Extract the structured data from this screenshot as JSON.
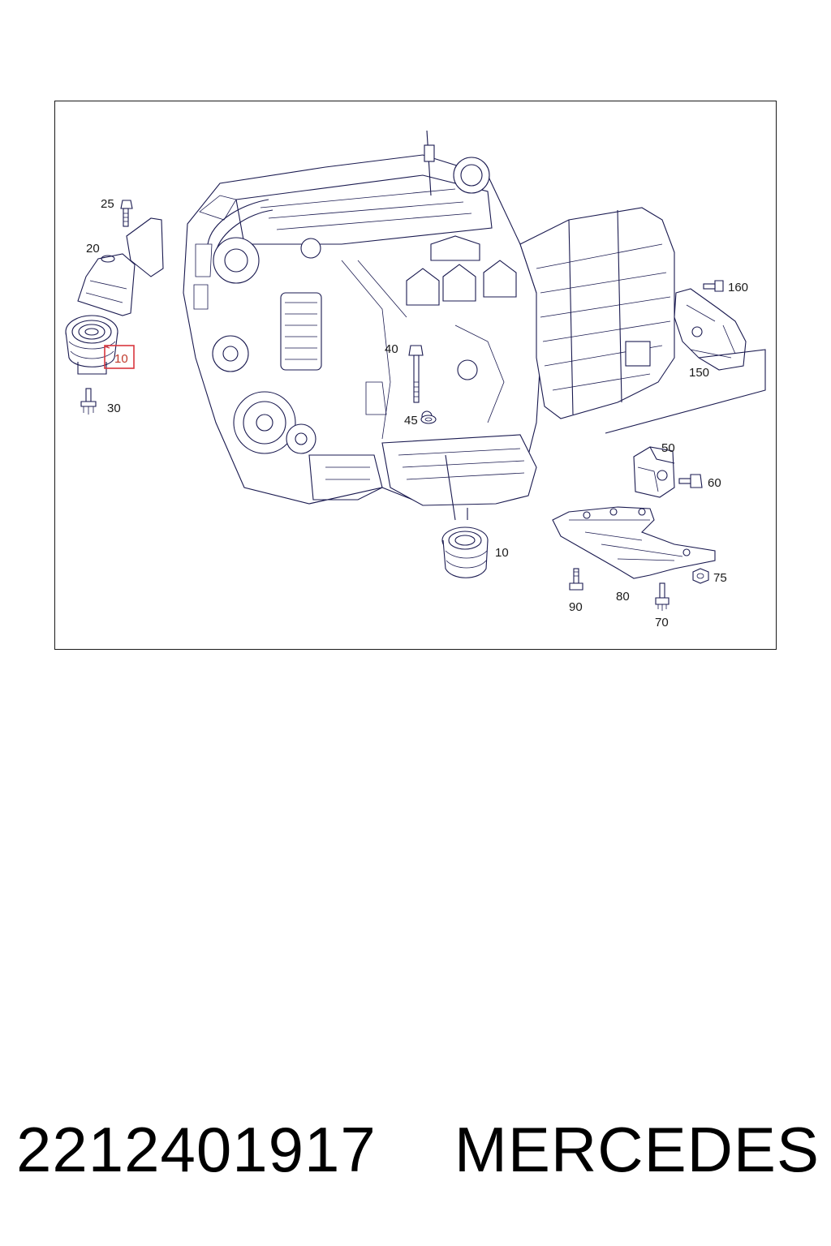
{
  "diagram": {
    "callouts": [
      {
        "id": "c25",
        "label": "25"
      },
      {
        "id": "c20",
        "label": "20"
      },
      {
        "id": "c10a",
        "label": "10",
        "highlighted": true
      },
      {
        "id": "c30",
        "label": "30"
      },
      {
        "id": "c40",
        "label": "40"
      },
      {
        "id": "c45",
        "label": "45"
      },
      {
        "id": "c160",
        "label": "160"
      },
      {
        "id": "c150",
        "label": "150"
      },
      {
        "id": "c50",
        "label": "50"
      },
      {
        "id": "c60",
        "label": "60"
      },
      {
        "id": "c10b",
        "label": "10"
      },
      {
        "id": "c80",
        "label": "80"
      },
      {
        "id": "c75",
        "label": "75"
      },
      {
        "id": "c90",
        "label": "90"
      },
      {
        "id": "c70",
        "label": "70"
      }
    ],
    "highlight_color": "#d9363e",
    "line_color": "#1a1a50"
  },
  "caption": {
    "part_number": "2212401917",
    "brand": "MERCEDES"
  }
}
